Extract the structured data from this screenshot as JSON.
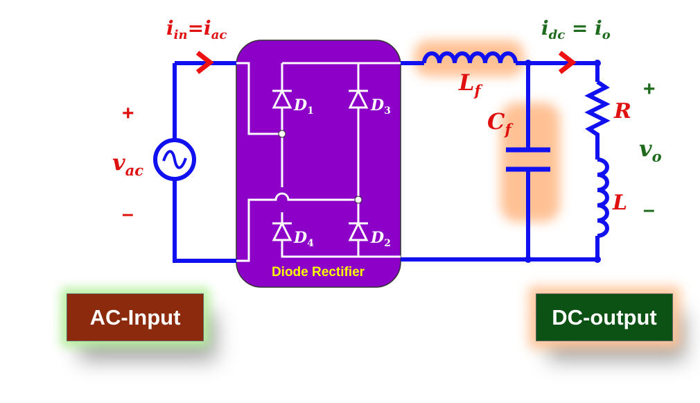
{
  "labels": {
    "input_current_i": "i",
    "input_current_in": "in",
    "input_current_eq": "=",
    "input_current_i2": "i",
    "input_current_ac": "ac",
    "output_current_i": "i",
    "output_current_dc": "dc",
    "output_current_eq": " = ",
    "output_current_i2": "i",
    "output_current_o": "o",
    "source_plus": "+",
    "source_minus": "–",
    "source_v": "v",
    "source_v_sub": "ac",
    "filter_inductor": "L",
    "filter_inductor_sub": "f",
    "filter_capacitor": "C",
    "filter_capacitor_sub": "f",
    "load_resistor": "R",
    "load_inductor": "L",
    "out_plus": "+",
    "out_minus": "–",
    "out_v": "v",
    "out_v_sub": "o",
    "d1": "D",
    "d1_sub": "1",
    "d2": "D",
    "d2_sub": "2",
    "d3": "D",
    "d3_sub": "3",
    "d4": "D",
    "d4_sub": "4",
    "rectifier_title": "Diode Rectifier"
  },
  "boxes": {
    "ac_input": "AC-Input",
    "dc_output": "DC-output"
  },
  "colors": {
    "wire": "#1010f0",
    "rectifier_fill": "#8c00c8",
    "red_label": "#e01010",
    "green_label": "#1e6b1e",
    "arrow": "#ee1111",
    "rectifier_title": "#ffff00",
    "ac_box": "#8b2a0c",
    "dc_box": "#0c5214"
  }
}
